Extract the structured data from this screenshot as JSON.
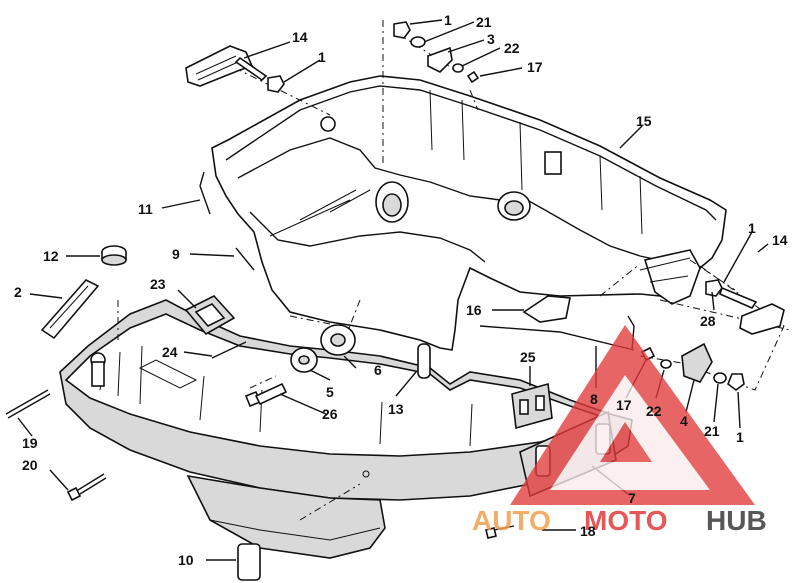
{
  "diagram": {
    "labels": {
      "l1a": "1",
      "l1b": "1",
      "l1c": "1",
      "l1d": "1",
      "l2": "2",
      "l3": "3",
      "l4": "4",
      "l5": "5",
      "l6": "6",
      "l7": "7",
      "l8": "8",
      "l9": "9",
      "l10": "10",
      "l11": "11",
      "l12": "12",
      "l13": "13",
      "l14a": "14",
      "l14b": "14",
      "l15": "15",
      "l16": "16",
      "l17a": "17",
      "l17b": "17",
      "l18": "18",
      "l19": "19",
      "l20": "20",
      "l21a": "21",
      "l21b": "21",
      "l22a": "22",
      "l22b": "22",
      "l23": "23",
      "l24": "24",
      "l25": "25",
      "l26": "26",
      "l28": "28"
    }
  },
  "watermark": {
    "word1": "AUTO",
    "word2": "MOTO",
    "word3": "HUB",
    "colors": {
      "red": "#e23a3a",
      "orange": "#f0a050",
      "dark": "#3a3a3a"
    }
  }
}
